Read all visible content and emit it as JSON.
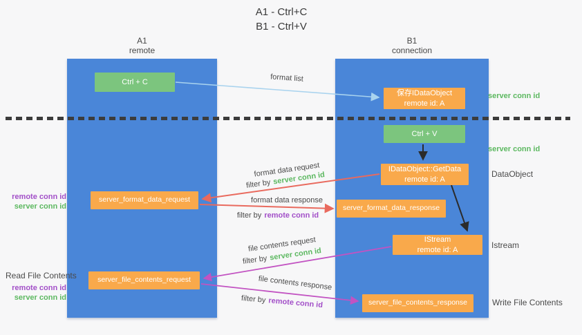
{
  "title": {
    "line1": "A1 - Ctrl+C",
    "line2": "B1 - Ctrl+V"
  },
  "lifelines": {
    "a1": {
      "name": "A1",
      "subtitle": "remote"
    },
    "b1": {
      "name": "B1",
      "subtitle": "connection"
    }
  },
  "nodes": {
    "ctrl_c": {
      "label": "Ctrl + C"
    },
    "ctrl_v": {
      "label": "Ctrl + V"
    },
    "save_dataobject": {
      "line1": "保存IDataObject",
      "line2": "remote id: A"
    },
    "getdata": {
      "line1": "IDataObject::GetData",
      "line2": "remote id: A"
    },
    "istream": {
      "line1": "IStream",
      "line2": "remote id: A"
    },
    "server_format_data_request": {
      "label": "server_format_data_request"
    },
    "server_format_data_response": {
      "label": "server_format_data_response"
    },
    "server_file_contents_request": {
      "label": "server_file_contents_request"
    },
    "server_file_contents_response": {
      "label": "server_file_contents_response"
    }
  },
  "arrow_labels": {
    "format_list": "format list",
    "format_data_request": "format data request",
    "format_data_response": "format data response",
    "file_contents_request": "file contents request",
    "file_contents_response": "file contents response",
    "filter_by": "filter by"
  },
  "side_labels": {
    "server_conn_id": "server conn id",
    "remote_conn_id": "remote conn id",
    "dataobject": "DataObject",
    "istream": "Istream",
    "read_file_contents": "Read File Contents",
    "write_file_contents": "Write File Contents"
  },
  "colors": {
    "lifeline_blue": "#4a86d8",
    "node_green": "#7cc57e",
    "node_orange": "#f9a94b",
    "arrow_light_blue": "#a9d3ee",
    "arrow_salmon": "#e96a5e",
    "arrow_magenta": "#c253c2",
    "arrow_black": "#2b2b2b",
    "text_green": "#5cb860",
    "text_purple": "#a24fc8",
    "text_gray": "#4a4a4a"
  }
}
